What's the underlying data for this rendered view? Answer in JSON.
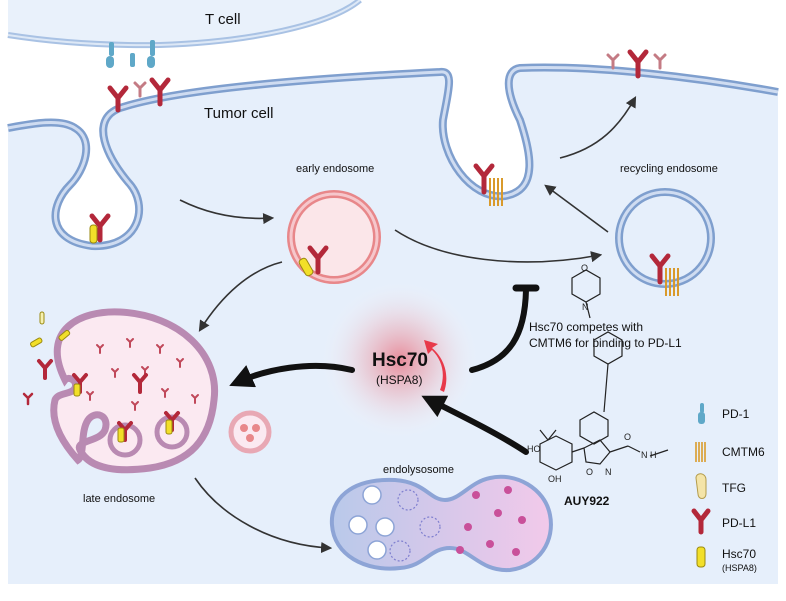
{
  "labels": {
    "t_cell": "T cell",
    "tumor_cell": "Tumor cell",
    "early_endosome": "early endosome",
    "recycling_endosome": "recycling endosome",
    "late_endosome": "late endosome",
    "endolysosome": "endolysosome",
    "hsc70": "Hsc70",
    "hspa8": "(HSPA8)",
    "compete_line1": "Hsc70 competes with",
    "compete_line2": "CMTM6 for binding to PD-L1",
    "drug": "AUY922"
  },
  "chemistry": {
    "ho_top": "HO",
    "oh_bottom": "OH",
    "n_ring": "N",
    "o_ring": "O",
    "n_morph": "N",
    "o_morph": "O",
    "o_carbonyl": "O",
    "nh_amide": "N\nH"
  },
  "legend": {
    "items": [
      {
        "label": "PD-1",
        "sub": "",
        "icon": "pd1-icon"
      },
      {
        "label": "CMTM6",
        "sub": "",
        "icon": "cmtm6-icon"
      },
      {
        "label": "TFG",
        "sub": "",
        "icon": "tfg-icon"
      },
      {
        "label": "PD-L1",
        "sub": "",
        "icon": "pdl1-icon"
      },
      {
        "label": "Hsc70",
        "sub": "(HSPA8)",
        "icon": "hsc70-icon"
      }
    ]
  },
  "colors": {
    "cell_fill": "#e6effb",
    "membrane": "#7f9fce",
    "pdl1": "#b3283a",
    "pd1": "#5fa8c8",
    "hsc70": "#f2df29",
    "cmtm6": "#d99a2b",
    "tfg": "#f4e4a8",
    "early_endosome": "#e8878a",
    "late_endosome": "#b98ab2",
    "hsc70_glow": "#e8394a"
  }
}
